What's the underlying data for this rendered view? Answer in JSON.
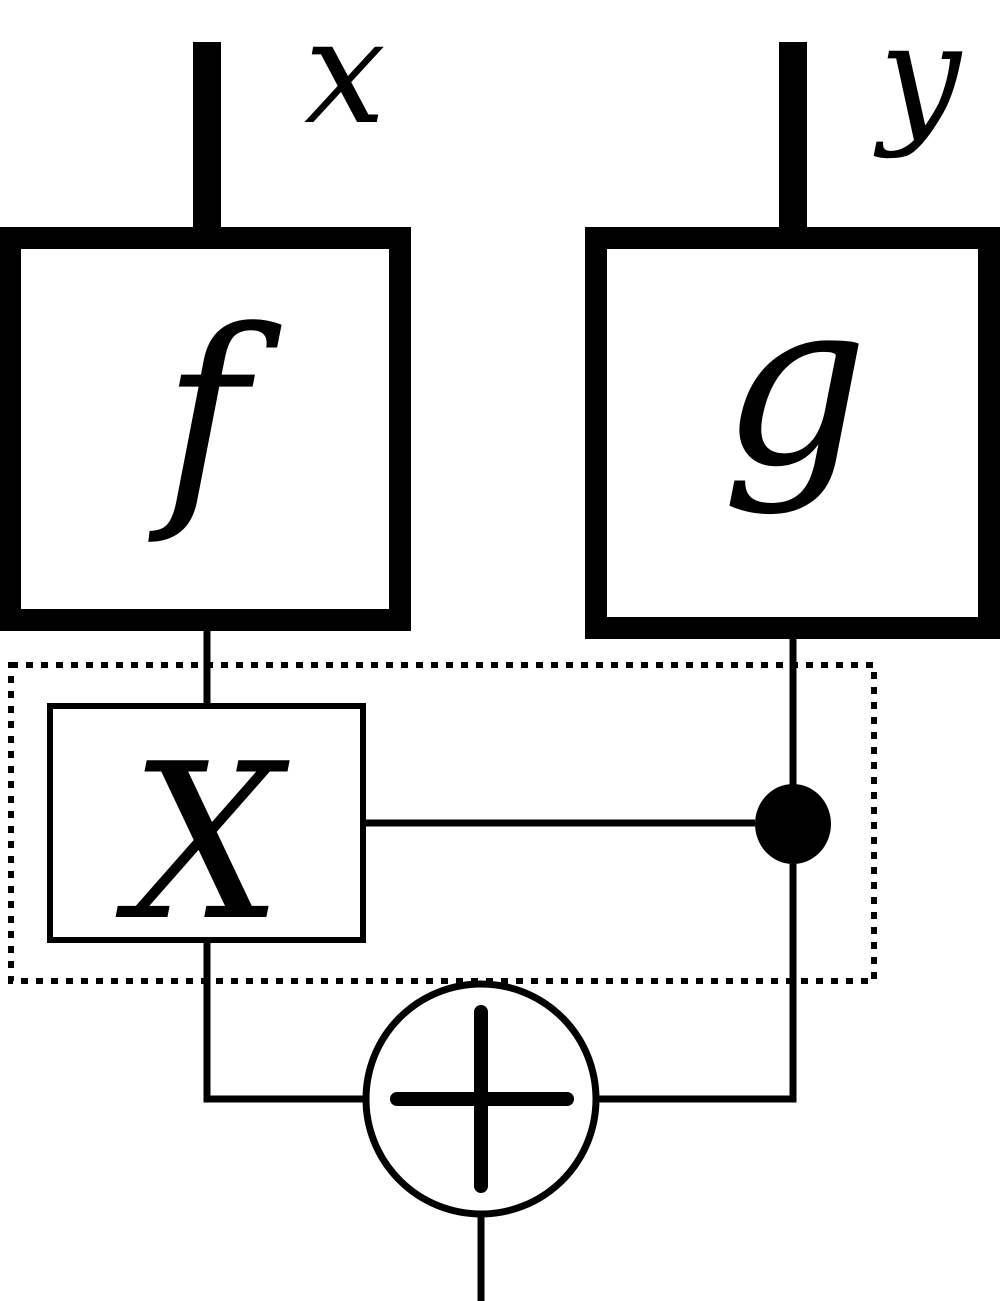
{
  "diagram": {
    "inputs": {
      "left": "x",
      "right": "y"
    },
    "boxes": {
      "f": "f",
      "g": "g",
      "x_gate": "X"
    },
    "colors": {
      "stroke": "#000000",
      "background": "#ffffff",
      "control_dot": "#000000"
    },
    "symbols": {
      "control": "filled-dot",
      "xor": "oplus",
      "region": "dotted-rectangle"
    }
  }
}
